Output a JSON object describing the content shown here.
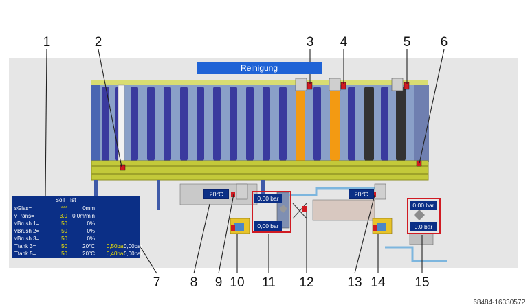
{
  "header": {
    "title": "Reinigung"
  },
  "callouts": [
    "1",
    "2",
    "3",
    "4",
    "5",
    "6",
    "7",
    "8",
    "9",
    "10",
    "11",
    "12",
    "13",
    "14",
    "15"
  ],
  "temperature_displays": {
    "left": "20°C",
    "right": "20°C"
  },
  "pressure_displays": {
    "middle_top": "0,00 bar",
    "middle_bottom": "0,00 bar",
    "right_top": "0,00 bar",
    "right_bottom": "0,0 bar"
  },
  "data_table": {
    "headers": {
      "soll": "Soll",
      "ist": "Ist"
    },
    "rows": [
      {
        "label": "sGlas=",
        "soll": "***",
        "ist": "0mm",
        "extra1": "",
        "extra2": ""
      },
      {
        "label": "vTrans=",
        "soll": "3,0",
        "ist": "0,0m/min",
        "extra1": "",
        "extra2": ""
      },
      {
        "label": "vBrush 1=",
        "soll": "50",
        "ist": "0%",
        "extra1": "",
        "extra2": ""
      },
      {
        "label": "vBrush 2=",
        "soll": "50",
        "ist": "0%",
        "extra1": "",
        "extra2": ""
      },
      {
        "label": "vBrush 3=",
        "soll": "50",
        "ist": "0%",
        "extra1": "",
        "extra2": ""
      },
      {
        "label": "Ttank 3=",
        "soll": "50",
        "ist": "20°C",
        "extra1": "0,50bar",
        "extra2": "0,00bar"
      },
      {
        "label": "Ttank 5=",
        "soll": "50",
        "ist": "20°C",
        "extra1": "0,40bar",
        "extra2": "0,00bar"
      }
    ]
  },
  "watermark": "68484-16330572",
  "colors": {
    "panel": "#e6e6e6",
    "title_bar": "#1f63d6",
    "display_bg": "#0b2f86",
    "alert_frame": "#d01a22",
    "brush_blue": "#3a3a9e",
    "brush_orange": "#f39a12",
    "brush_dark": "#333333",
    "frame_yellow": "#c7cf3a"
  }
}
